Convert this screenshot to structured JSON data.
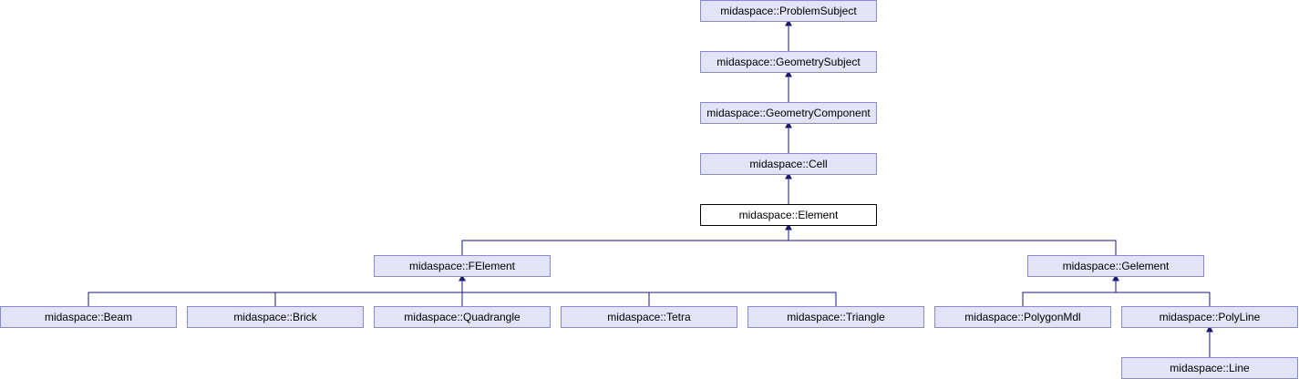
{
  "nodes": {
    "problem_subject": "midaspace::ProblemSubject",
    "geometry_subject": "midaspace::GeometrySubject",
    "geometry_component": "midaspace::GeometryComponent",
    "cell": "midaspace::Cell",
    "element": "midaspace::Element",
    "felement": "midaspace::FElement",
    "gelement": "midaspace::Gelement",
    "beam": "midaspace::Beam",
    "brick": "midaspace::Brick",
    "quadrangle": "midaspace::Quadrangle",
    "tetra": "midaspace::Tetra",
    "triangle": "midaspace::Triangle",
    "polygon_mdl": "midaspace::PolygonMdl",
    "poly_line": "midaspace::PolyLine",
    "line": "midaspace::Line"
  },
  "colors": {
    "node_fill": "#e1e4f7",
    "node_border": "#8a8acb",
    "current_fill": "#ffffff",
    "edge": "#191970"
  }
}
